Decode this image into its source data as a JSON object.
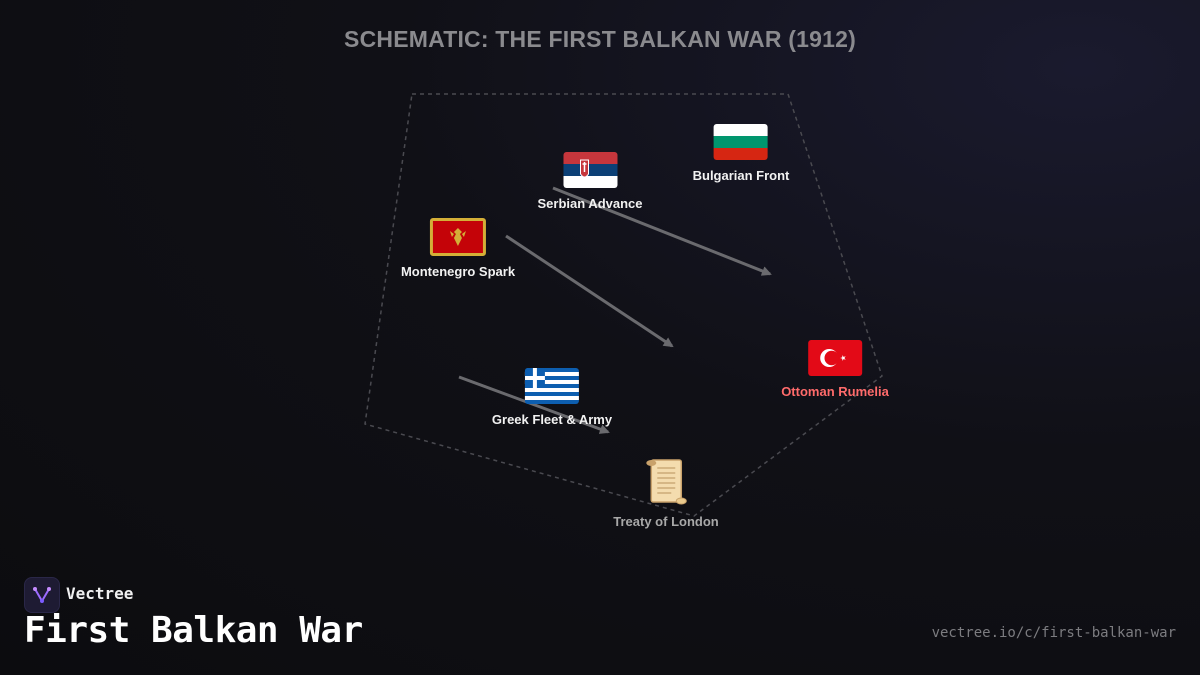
{
  "header": {
    "title": "SCHEMATIC: THE FIRST BALKAN WAR (1912)"
  },
  "nodes": {
    "montenegro": {
      "label": "Montenegro Spark",
      "icon": "montenegro-flag-icon"
    },
    "serbia": {
      "label": "Serbian Advance",
      "icon": "serbia-flag-icon"
    },
    "bulgaria": {
      "label": "Bulgarian Front",
      "icon": "bulgaria-flag-icon"
    },
    "greece": {
      "label": "Greek Fleet & Army",
      "icon": "greece-flag-icon"
    },
    "ottoman": {
      "label": "Ottoman Rumelia",
      "icon": "turkey-flag-icon",
      "color": "#ff6b6b"
    },
    "treaty": {
      "label": "Treaty of London",
      "icon": "scroll-icon"
    }
  },
  "brand": {
    "name": "Vectree",
    "logo": "vectree-logo-icon"
  },
  "footer": {
    "title": "First Balkan War",
    "url": "vectree.io/c/first-balkan-war"
  }
}
